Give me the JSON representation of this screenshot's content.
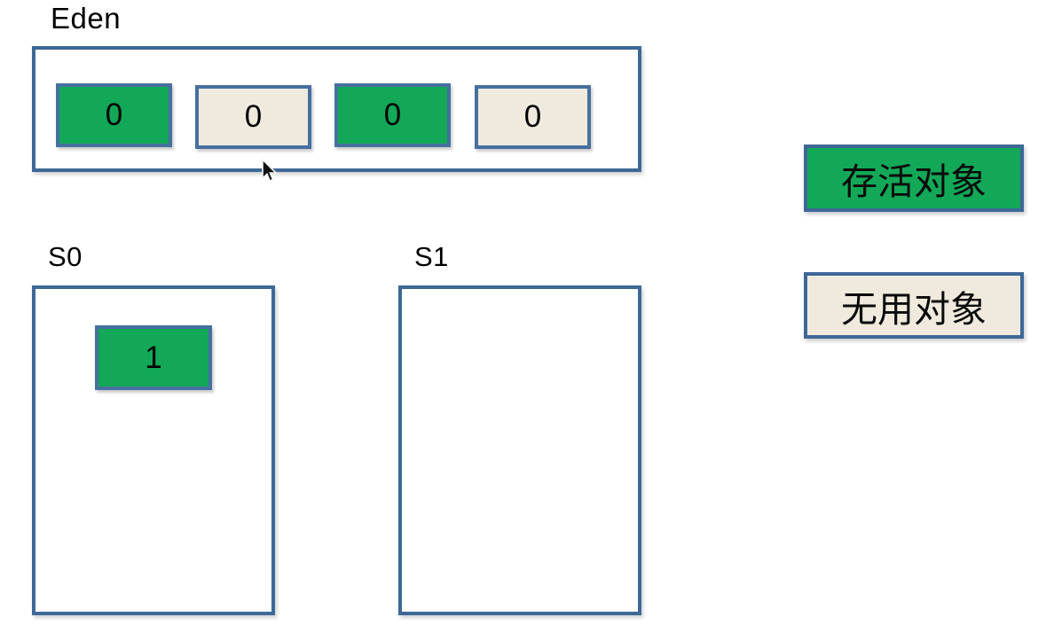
{
  "colors": {
    "live_fill": "#12a857",
    "garbage_fill": "#efeadd",
    "box_border": "#3e6897",
    "cell_border": "#46709f",
    "text": "#000000",
    "background": "#ffffff"
  },
  "regions": {
    "eden": {
      "label": "Eden",
      "cells": [
        {
          "value": "0",
          "state": "live"
        },
        {
          "value": "0",
          "state": "garbage"
        },
        {
          "value": "0",
          "state": "live"
        },
        {
          "value": "0",
          "state": "garbage"
        }
      ]
    },
    "s0": {
      "label": "S0",
      "cells": [
        {
          "value": "1",
          "state": "live"
        }
      ]
    },
    "s1": {
      "label": "S1",
      "cells": []
    }
  },
  "legend": {
    "items": [
      {
        "label": "存活对象",
        "state": "live"
      },
      {
        "label": "无用对象",
        "state": "garbage"
      }
    ]
  }
}
